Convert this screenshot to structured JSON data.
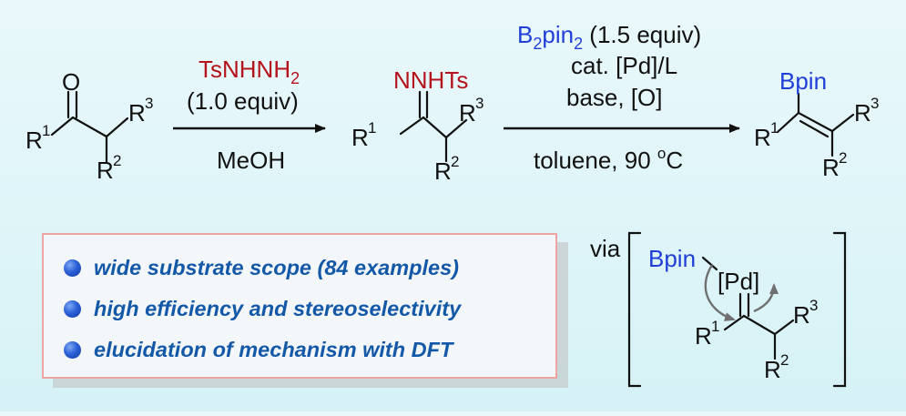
{
  "scheme": {
    "reagent1": {
      "name": "TsNHNH",
      "sub": "2",
      "equiv": "(1.0 equiv)",
      "solvent": "MeOH"
    },
    "reagent2": {
      "b": "B",
      "b_sub": "2",
      "pin": "pin",
      "pin_sub": "2",
      "equiv": " (1.5 equiv)",
      "catalyst": "cat. [Pd]/L",
      "base": "base, [O]",
      "conditions_pre": "toluene, 90 ",
      "conditions_sup": "o",
      "conditions_post": "C"
    },
    "ketone": {
      "O": "O",
      "R": "R",
      "s1": "1",
      "s2": "2",
      "s3": "3"
    },
    "hydrazone": {
      "group": "NNHTs",
      "R": "R",
      "s1": "1",
      "s2": "2",
      "s3": "3"
    },
    "product": {
      "group": "Bpin",
      "R": "R",
      "s1": "1",
      "s2": "2",
      "s3": "3"
    },
    "intermediate": {
      "via": "via",
      "bpin": "Bpin",
      "pd": "[Pd]",
      "R": "R",
      "s1": "1",
      "s2": "2",
      "s3": "3"
    }
  },
  "features": [
    "wide substrate scope (84 examples)",
    "high efficiency and stereoselectivity",
    "elucidation of mechanism with DFT"
  ],
  "colors": {
    "reagent_red": "#b5121b",
    "boron_blue": "#1f3fd6",
    "feature_text": "#1458a8",
    "box_border": "#f0a3a3"
  },
  "icons": {
    "bullet": "blue-sphere-bullet"
  }
}
